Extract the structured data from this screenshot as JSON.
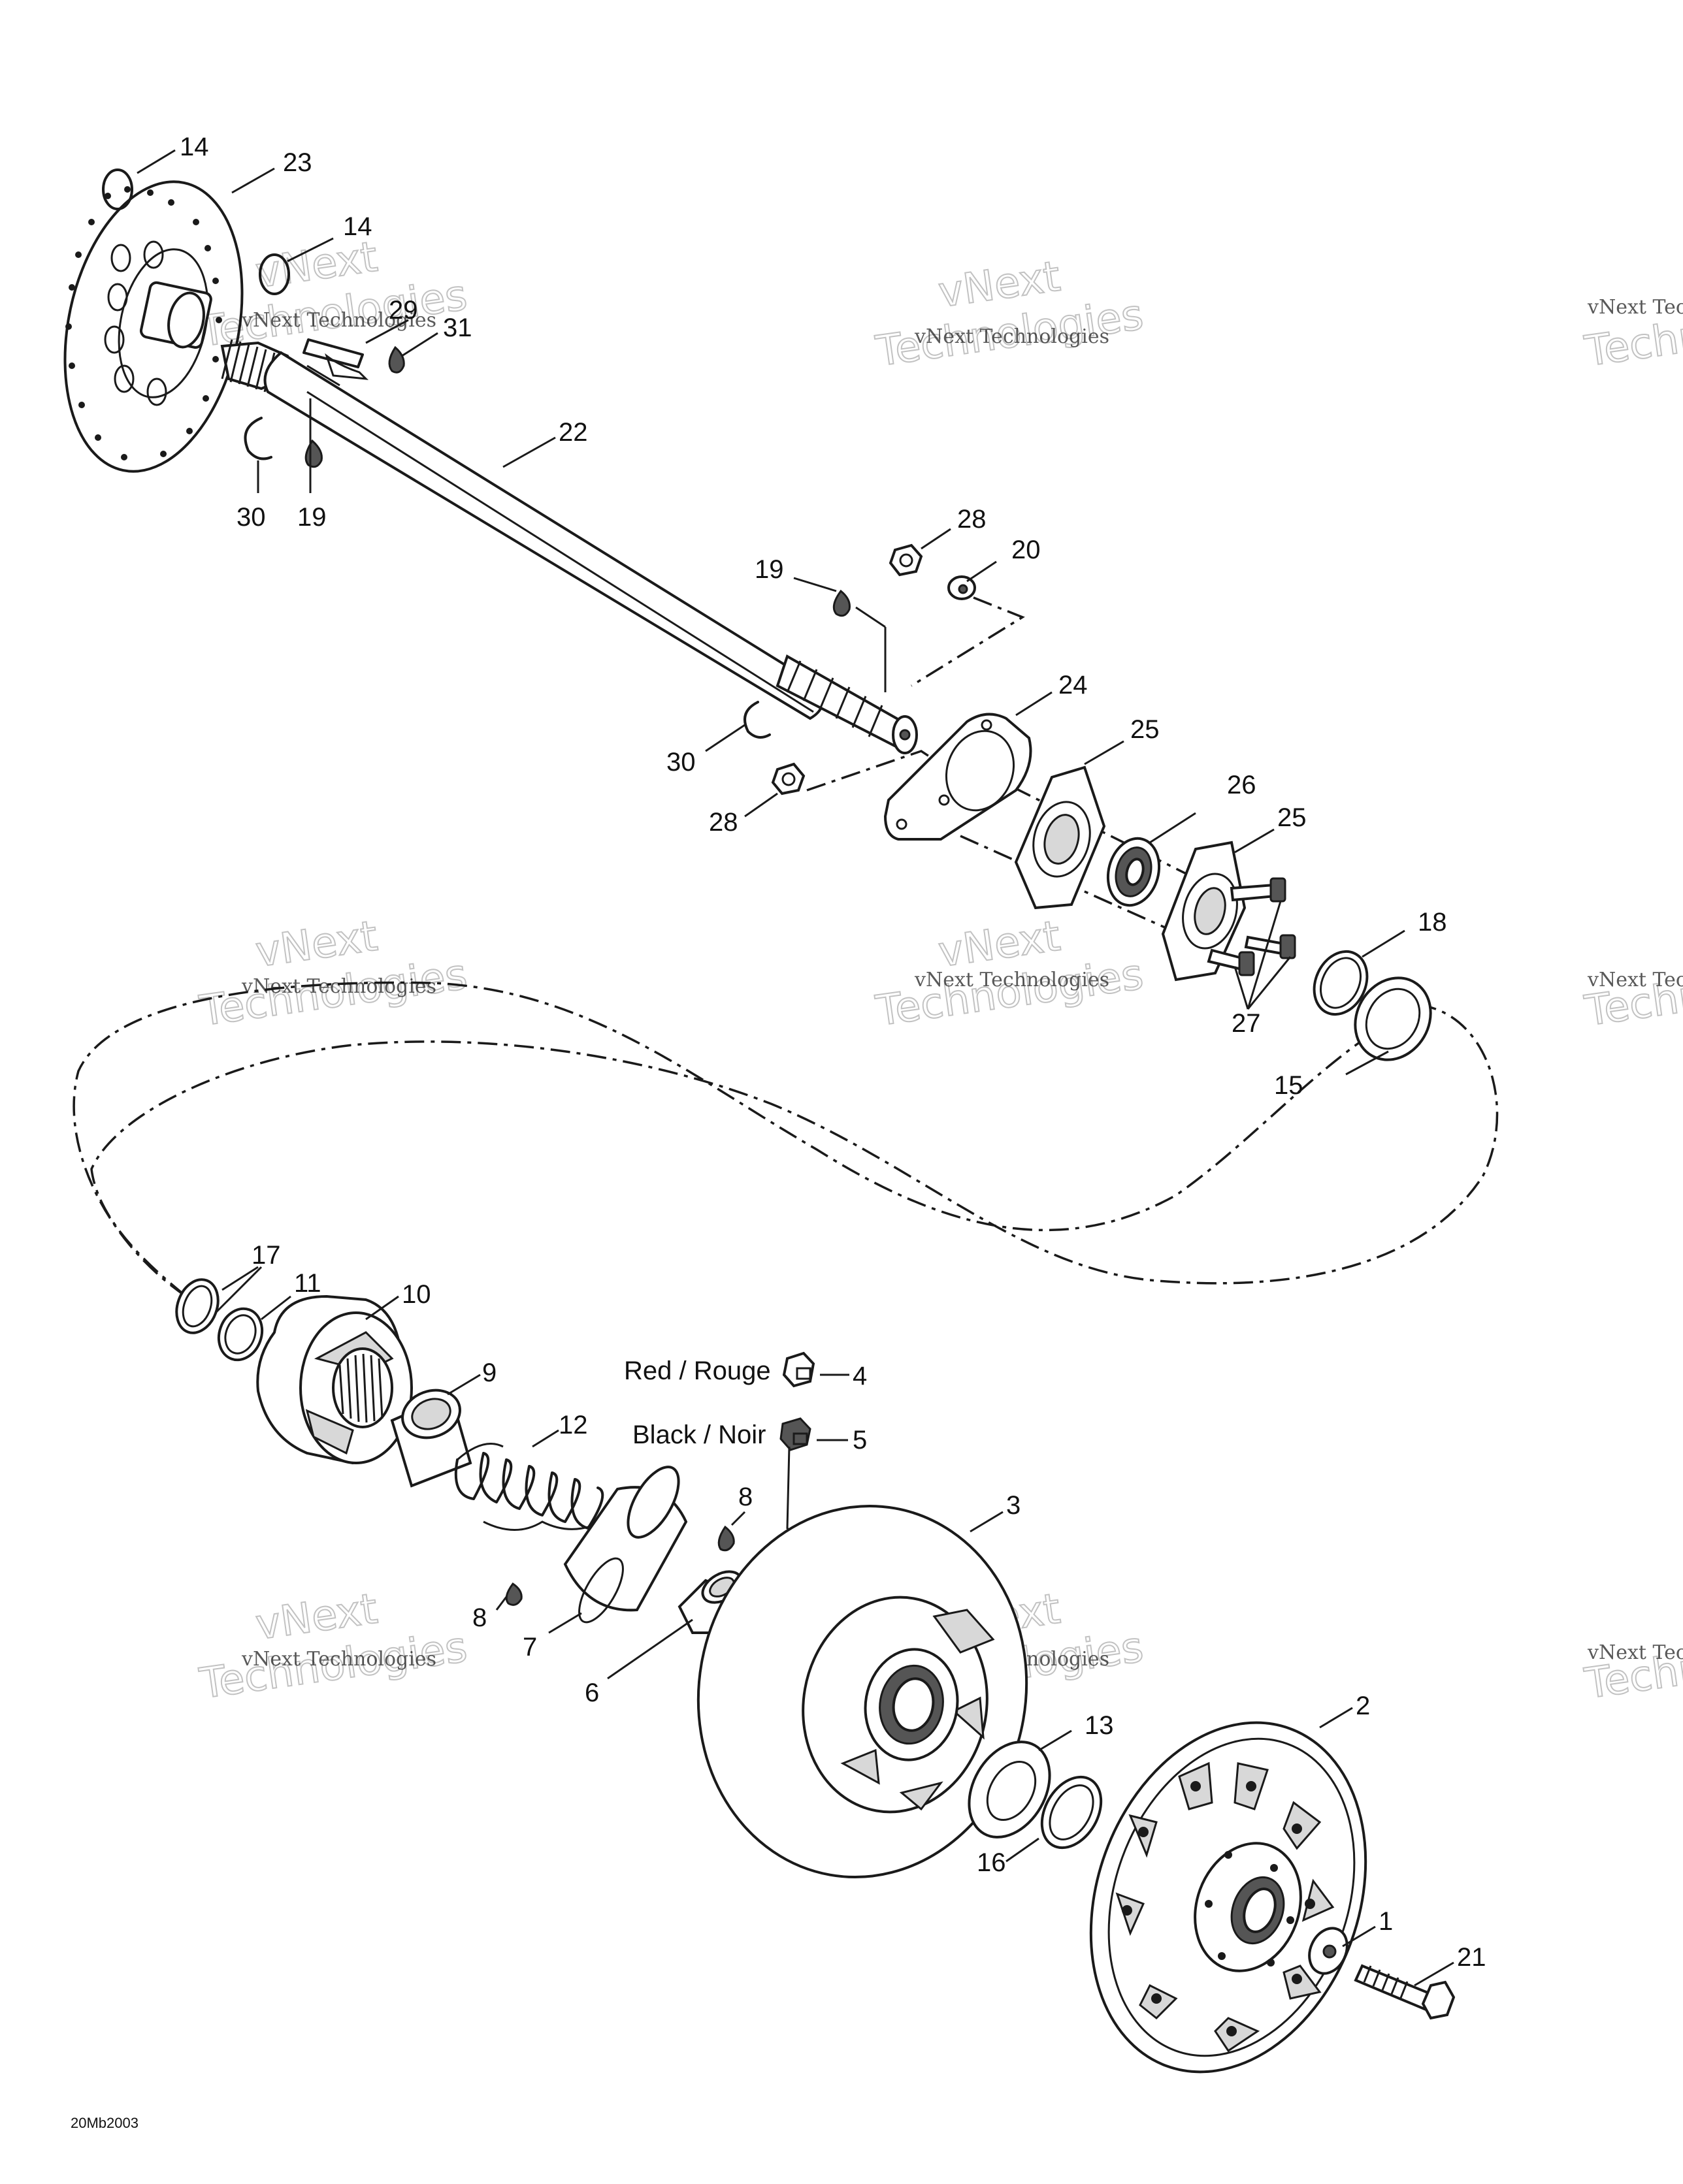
{
  "callouts": {
    "c14a": "14",
    "c23": "23",
    "c14b": "14",
    "c29": "29",
    "c31": "31",
    "c22": "22",
    "c30a": "30",
    "c19a": "19",
    "c28a": "28",
    "c20": "20",
    "c19b": "19",
    "c24": "24",
    "c30b": "30",
    "c28b": "28",
    "c25a": "25",
    "c26": "26",
    "c25b": "25",
    "c18": "18",
    "c27": "27",
    "c15": "15",
    "c17": "17",
    "c11": "11",
    "c10": "10",
    "c9": "9",
    "c12": "12",
    "c4": "4",
    "c5": "5",
    "c8a": "8",
    "c8b": "8",
    "c7": "7",
    "c6": "6",
    "c3": "3",
    "c13": "13",
    "c2": "2",
    "c16": "16",
    "c1": "1",
    "c21": "21"
  },
  "notes": {
    "red": "Red / Rouge",
    "black": "Black / Noir"
  },
  "reference_code": "20Mb2003",
  "watermark": {
    "line1": "vNext Technologies",
    "line2": "vNext",
    "line3": "Technologies"
  }
}
